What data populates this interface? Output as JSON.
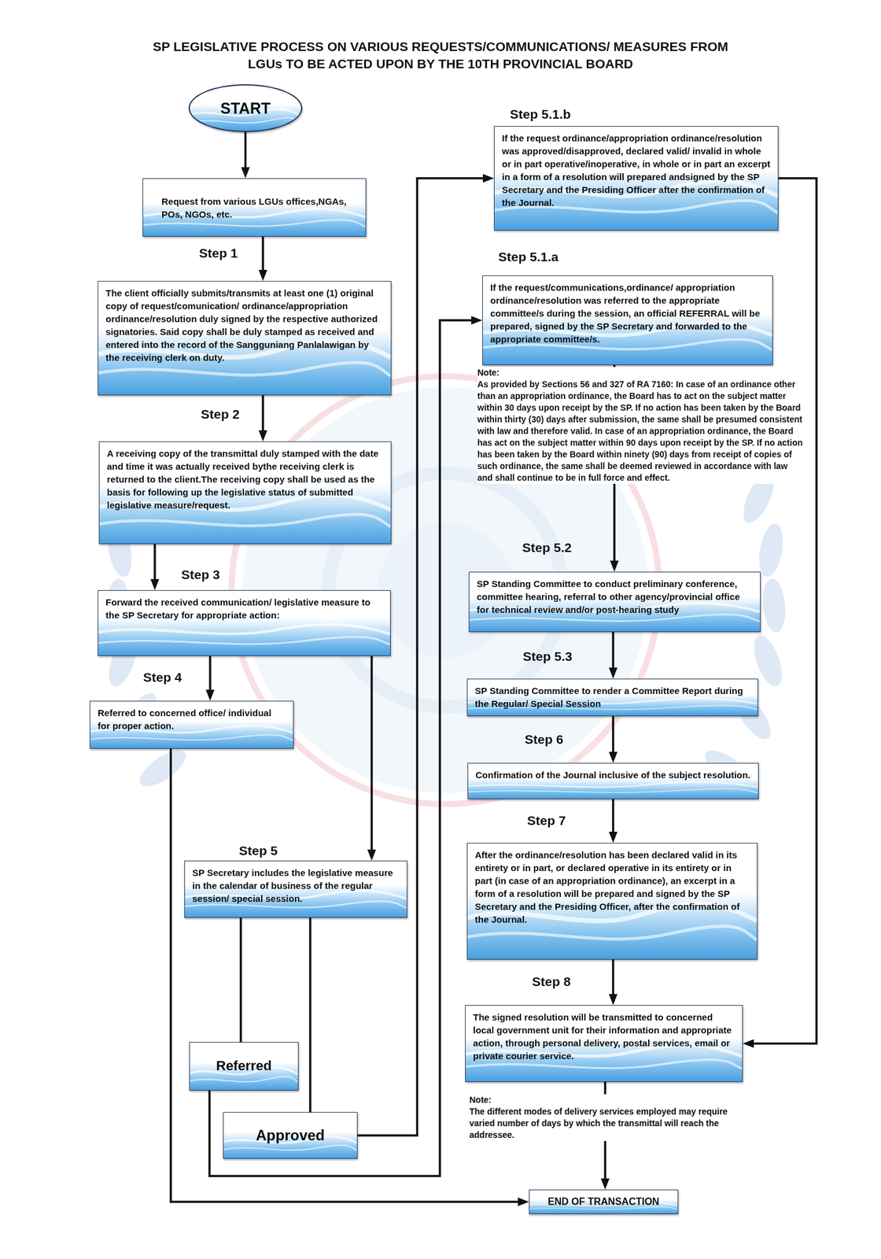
{
  "diagram": {
    "title": "SP LEGISLATIVE PROCESS ON VARIOUS REQUESTS/COMMUNICATIONS/ MEASURES FROM LGUs TO BE ACTED UPON BY THE 10TH PROVINCIAL BOARD",
    "nodes": [
      {
        "text": [
          "START"
        ]
      },
      {
        "text": [
          "Request from various LGUs offices,NGAs, POs, NGOs, etc."
        ]
      },
      {
        "text": [
          "Step 1",
          "The client officially submits/transmits at least one (1) original copy of request/comunication/ ordinance/appropriation ordinance/resolution duly signed by the respective authorized signatories. Said copy shall be duly stamped as received and entered into the record of the Sangguniang Panlalawigan by the receiving clerk on duty."
        ]
      },
      {
        "text": [
          "Step 2",
          "A receiving copy of the transmittal duly stamped with the date and time it was actually received bythe receiving clerk is returned to the client.The receiving copy shall be used as the basis for following up the legislative status of submitted legislative measure/request."
        ]
      },
      {
        "text": [
          "Step 3",
          "Forward the received communication/ legislative measure to the SP Secretary for appropriate action:"
        ]
      },
      {
        "text": [
          "Step 4",
          "Referred to concerned office/ individual for proper action."
        ]
      },
      {
        "text": [
          "Step 5",
          "SP Secretary includes the legislative measure in the calendar of business of the regular session/ special session."
        ]
      },
      {
        "text": [
          "Referred"
        ]
      },
      {
        "text": [
          "Approved"
        ]
      },
      {
        "text": [
          "Step 5.1.b",
          "If the request ordinance/appropriation ordinance/resolution was approved/disapproved, declared valid/ invalid in whole or in part operative/inoperative, in whole or in part an excerpt in a form of a resolution will prepared andsigned by the SP Secretary and the Presiding Officer after the confirmation of the Journal."
        ]
      },
      {
        "text": [
          "Step 5.1.a",
          "If the request/communications,ordinance/ appropriation ordinance/resolution was referred to the appropriate committee/s during the session, an official REFERRAL will be prepared, signed by the SP Secretary and forwarded to the appropriate committee/s."
        ]
      },
      {
        "text": [
          "Step 5.2",
          "SP Standing Committee to conduct preliminary conference, committee hearing, referral to other agency/provincial office for technical review and/or post-hearing study"
        ]
      },
      {
        "text": [
          "Step 5.3",
          "SP Standing Committee to render a Committee Report during the Regular/ Special Session"
        ]
      },
      {
        "text": [
          "Step 6",
          "Confirmation of the Journal inclusive of the subject resolution."
        ]
      },
      {
        "text": [
          "Step 7",
          "After the ordinance/resolution has been declared valid in its entirety or in part, or declared operative in its entirety or in part (in case of an appropriation ordinance), an excerpt in a form of a resolution will be prepared and signed by the SP Secretary and the Presiding Officer, after the confirmation of the Journal."
        ]
      },
      {
        "text": [
          "Step 8",
          "The signed resolution will be transmitted to concerned local government unit for their information and appropriate action, through personal delivery, postal services, email or private courier service."
        ]
      },
      {
        "text": [
          "END OF TRANSACTION"
        ]
      }
    ],
    "edges": [
      {
        "from": 0,
        "to": 1,
        "arrow": "to"
      },
      {
        "from": 1,
        "to": 2,
        "arrow": "to"
      },
      {
        "from": 2,
        "to": 3,
        "arrow": "to"
      },
      {
        "from": 3,
        "to": 4,
        "arrow": "to"
      },
      {
        "from": 4,
        "to": 5,
        "arrow": "to"
      },
      {
        "from": 4,
        "to": 6,
        "arrow": "to"
      },
      {
        "from": 5,
        "to": 16,
        "arrow": "to"
      },
      {
        "from": 6,
        "to": 7,
        "arrow": "none"
      },
      {
        "from": 6,
        "to": 8,
        "arrow": "none"
      },
      {
        "from": 7,
        "to": 10,
        "arrow": "to"
      },
      {
        "from": 8,
        "to": 9,
        "arrow": "to"
      },
      {
        "from": 9,
        "to": 15,
        "arrow": "to"
      },
      {
        "from": 10,
        "to": 11,
        "arrow": "to"
      },
      {
        "from": 11,
        "to": 12,
        "arrow": "to"
      },
      {
        "from": 12,
        "to": 13,
        "arrow": "to"
      },
      {
        "from": 13,
        "to": 14,
        "arrow": "to"
      },
      {
        "from": 14,
        "to": 15,
        "arrow": "to"
      },
      {
        "from": 15,
        "to": 16,
        "arrow": "to"
      }
    ],
    "labels": [
      "Note:",
      "As provided by Sections 56 and 327 of RA 7160: In case of an ordinance other than an appropriation ordinance, the Board has to act on the subject matter within 30 days upon receipt by the SP. If no action has been taken by the Board within thirty (30) days after submission, the same shall be presumed consistent with law and therefore valid. In case of an appropriation ordinance, the Board has act on the subject matter within 90 days upon receipt by the SP. If no action has been taken by the Board within ninety (90) days from receipt of copies of such ordinance, the same shall be deemed reviewed in accordance with law and shall continue to be in full force and effect.",
      "Note:",
      "The different modes of delivery services employed may require varied number of days by which the transmittal will reach the addressee."
    ]
  }
}
